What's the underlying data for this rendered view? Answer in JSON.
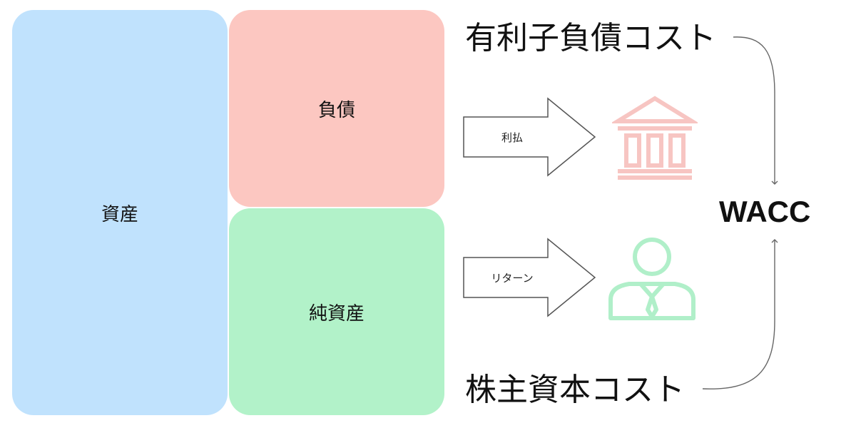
{
  "balance_sheet": {
    "assets_label": "資産",
    "liabilities_label": "負債",
    "equity_label": "純資産"
  },
  "flows": {
    "debt_flow_label": "利払",
    "equity_flow_label": "リターン"
  },
  "costs": {
    "debt_cost_label": "有利子負債コスト",
    "equity_cost_label": "株主資本コスト",
    "result_label": "WACC"
  },
  "colors": {
    "assets": "#c0e2fd",
    "liabilities": "#fcc7c1",
    "equity": "#b2f2c9",
    "bank_icon": "#f7c5c2",
    "person_icon": "#b0efc9",
    "arrow_stroke": "#555555",
    "connector": "#666666"
  },
  "icons": {
    "bank": "bank-icon",
    "person": "person-icon"
  }
}
